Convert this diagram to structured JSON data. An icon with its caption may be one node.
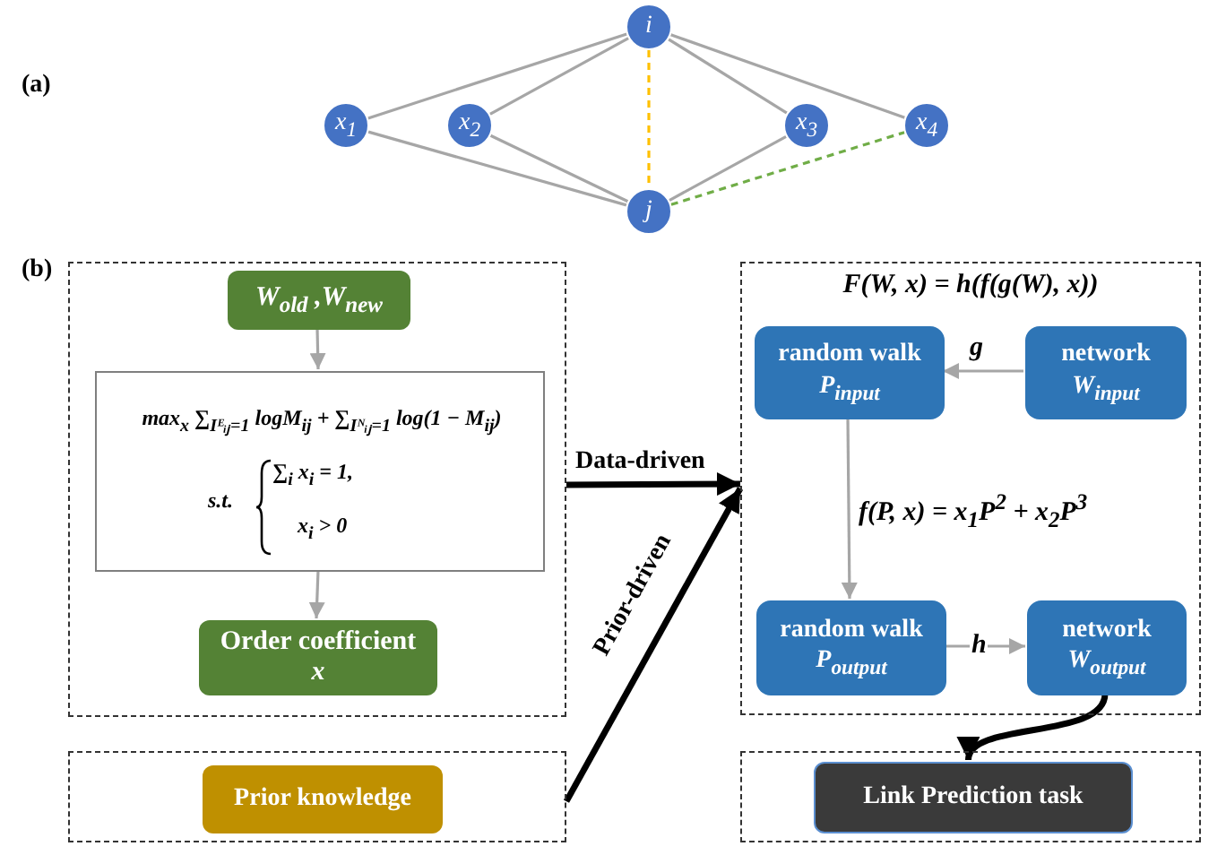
{
  "diagram": {
    "nodes": [
      {
        "text": [
          "i"
        ]
      },
      {
        "text": [
          "x$_{1}$"
        ]
      },
      {
        "text": [
          "x$_{2}$"
        ]
      },
      {
        "text": [
          "x$_{3}$"
        ]
      },
      {
        "text": [
          "x$_{4}$"
        ]
      },
      {
        "text": [
          "j"
        ]
      },
      {
        "text": [],
        "shape": "box"
      },
      {
        "text": [
          "W$_{old}$ ,W$_{new}$"
        ],
        "in": 6
      },
      {
        "text": [
          "max$_{x}$ ∑$_{Iᴱᵢⱼ=1}$ logM$_{ij}$ + ∑$_{Iᴺᵢⱼ=1}$ log(1 − M$_{ij}$)",
          "s.t.",
          "∑$_{i}$ x$_{i}$ = 1,",
          "x$_{i}$ > 0"
        ],
        "in": 6
      },
      {
        "text": [
          "Order coefficient",
          "x"
        ],
        "in": 6
      },
      {
        "text": [],
        "shape": "box"
      },
      {
        "text": [
          "Prior knowledge"
        ],
        "in": 10
      },
      {
        "text": [
          "F(W, x) = h(f(g(W), x))"
        ]
      },
      {
        "text": [
          "random walk",
          "P$_{input}$"
        ],
        "in": 12
      },
      {
        "text": [
          "network",
          "W$_{input}$"
        ],
        "in": 12
      },
      {
        "text": [
          "random walk",
          "P$_{output}$"
        ],
        "in": 12
      },
      {
        "text": [
          "network",
          "W$_{output}$"
        ],
        "in": 12
      },
      {
        "text": [],
        "shape": "box"
      },
      {
        "text": [
          "Link Prediction task"
        ],
        "in": 17
      }
    ],
    "edges": [
      {
        "from": 0,
        "to": 1,
        "arrow": "none"
      },
      {
        "from": 0,
        "to": 2,
        "arrow": "none"
      },
      {
        "from": 0,
        "to": 3,
        "arrow": "none"
      },
      {
        "from": 0,
        "to": 4,
        "arrow": "none"
      },
      {
        "from": 1,
        "to": 5,
        "arrow": "none"
      },
      {
        "from": 2,
        "to": 5,
        "arrow": "none"
      },
      {
        "from": 3,
        "to": 5,
        "arrow": "none"
      },
      {
        "from": 0,
        "to": 5,
        "arrow": "none",
        "style": "dashed",
        "color": "#ffc000"
      },
      {
        "from": 5,
        "to": 4,
        "arrow": "none",
        "style": "dashed",
        "color": "#70ad47"
      },
      {
        "from": 7,
        "to": 8,
        "arrow": "to"
      },
      {
        "from": 8,
        "to": 9,
        "arrow": "to"
      },
      {
        "from": 14,
        "to": 13,
        "arrow": "to",
        "label": "g"
      },
      {
        "from": 13,
        "to": 15,
        "arrow": "to",
        "label": "f(P, x) = x$_{1}$P$^{2}$ + x$_{2}$P$^{3}$"
      },
      {
        "from": 15,
        "to": 16,
        "arrow": "to",
        "label": "h"
      },
      {
        "from": 16,
        "to": 18,
        "arrow": "to",
        "style": "thick",
        "color": "#000000"
      },
      {
        "from": 6,
        "to": 12,
        "arrow": "to",
        "label": "Data-driven",
        "style": "thick",
        "color": "#000000"
      },
      {
        "from": 10,
        "to": 12,
        "arrow": "to",
        "label": "Prior-driven",
        "style": "thick",
        "color": "#000000"
      }
    ],
    "labels": [
      "(a)",
      "(b)"
    ]
  }
}
